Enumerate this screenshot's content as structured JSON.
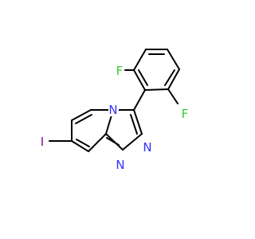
{
  "molecule": {
    "colors": {
      "bond": "#000000",
      "F": "#33cc33",
      "N": "#3333ff",
      "I": "#940094"
    },
    "atoms": [
      {
        "id": "F1",
        "element": "F",
        "label": "F"
      },
      {
        "id": "F2",
        "element": "F",
        "label": "F"
      },
      {
        "id": "N1",
        "element": "N",
        "label": "N"
      },
      {
        "id": "N2",
        "element": "N",
        "label": "N"
      },
      {
        "id": "N3",
        "element": "N",
        "label": "N"
      },
      {
        "id": "I1",
        "element": "I",
        "label": "I"
      }
    ]
  }
}
